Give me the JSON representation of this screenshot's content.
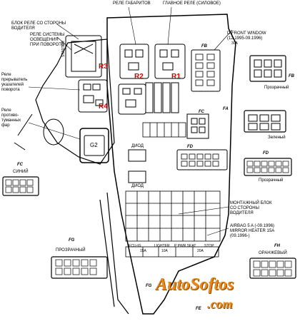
{
  "labels": {
    "relay_side_driver": "БЛОК РЕЛЕ СО СТОРОНЫ\nВОДИТЕЛЯ",
    "relay_turn_light": "РЕЛЕ СИСТЕМЫ\nОСВЕЩЕНИЯ\nПРИ ПОВОРОТЕ",
    "relay_marker": "РЕЛЕ ГАБАРИТОВ",
    "main_relay": "ГЛАВНОЕ РЕЛЕ (СИЛОВОЕ)",
    "d_front_window": "D FRONT WINDOW\n(12.1995-09.1996)",
    "relay_turn_signal": "Реле\nпрерыватель\nуказателей\nповорота",
    "relay_fog": "Реле\nпротиво-\nтуманных\nфар",
    "starter": "STARTER",
    "transparent_fb": "Прозрачный",
    "green_fa": "Зеленый",
    "transparent_fd": "Прозрачный",
    "blue_fc": "СИНИЙ",
    "diod_1": "ДИОД",
    "diod_2": "ДИОД",
    "mount_block": "МОНТАЖНЫЙ БЛОК\nСО СТОРОНЫ\nВОДИТЕЛЯ",
    "airbag": "AIRBAG 5 A (-09.1996)\nMIRROR HEATER 15A\n(09.1996-)",
    "transparent_fg": "ПРОЗРАЧНЫЙ",
    "orange_fh": "ОРАНЖЕВЫЙ",
    "g2": "G2",
    "ecu_ig": "ECU-IG",
    "lighter": "LIGHTER",
    "p_pwr_seat": "P PWR SEAT",
    "stop": "STOP",
    "fuse_30a": "30A",
    "fuse_15a": "15A",
    "fuse_10a": "10A",
    "fuse_20a": "20A"
  },
  "relays": {
    "r1": "R1",
    "r2": "R2",
    "r3": "R3",
    "r4": "R4"
  },
  "connectors": {
    "fb_main": "FB",
    "fb_right": "FB",
    "fa": "FA",
    "fc_block": "FC",
    "fc_left": "FC",
    "fd_block": "FD",
    "fd_right": "FD",
    "fg": "FG",
    "fg_bottom": "FG",
    "fh": "FH",
    "fe": "FE"
  },
  "watermark": {
    "line1": "AutoSoftos",
    "line2": ".com"
  },
  "colors": {
    "relay_label": "#d40000",
    "watermark": "#e8891a"
  }
}
